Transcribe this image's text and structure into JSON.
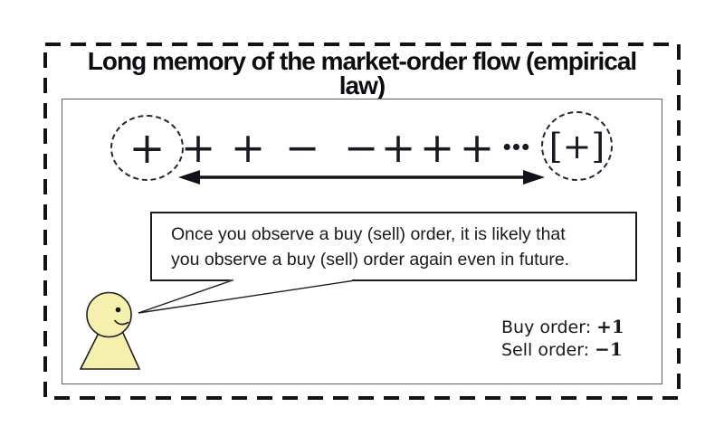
{
  "title": {
    "line1": "Long memory of the market-order flow (empirical",
    "line2": "law)"
  },
  "sequence": {
    "symbols": [
      "+",
      "+",
      "+",
      "−",
      "−",
      "+",
      "+",
      "+",
      "···",
      "[+]"
    ],
    "first_symbol_note": "circled current order",
    "last_symbol_note": "circled future order"
  },
  "speech": {
    "line1": "Once you observe a buy (sell) order, it is likely that",
    "line2": "you observe a buy (sell) order again even in future."
  },
  "legend": {
    "buy_label": "Buy order:",
    "buy_value": "+1",
    "sell_label": "Sell order:",
    "sell_value": "−1"
  },
  "colors": {
    "ink": "#15161c",
    "outer_dash": "#131313",
    "panel_border": "#55637a",
    "bubble_border": "#1c1c1c",
    "person_fill": "#f6f0ae"
  }
}
